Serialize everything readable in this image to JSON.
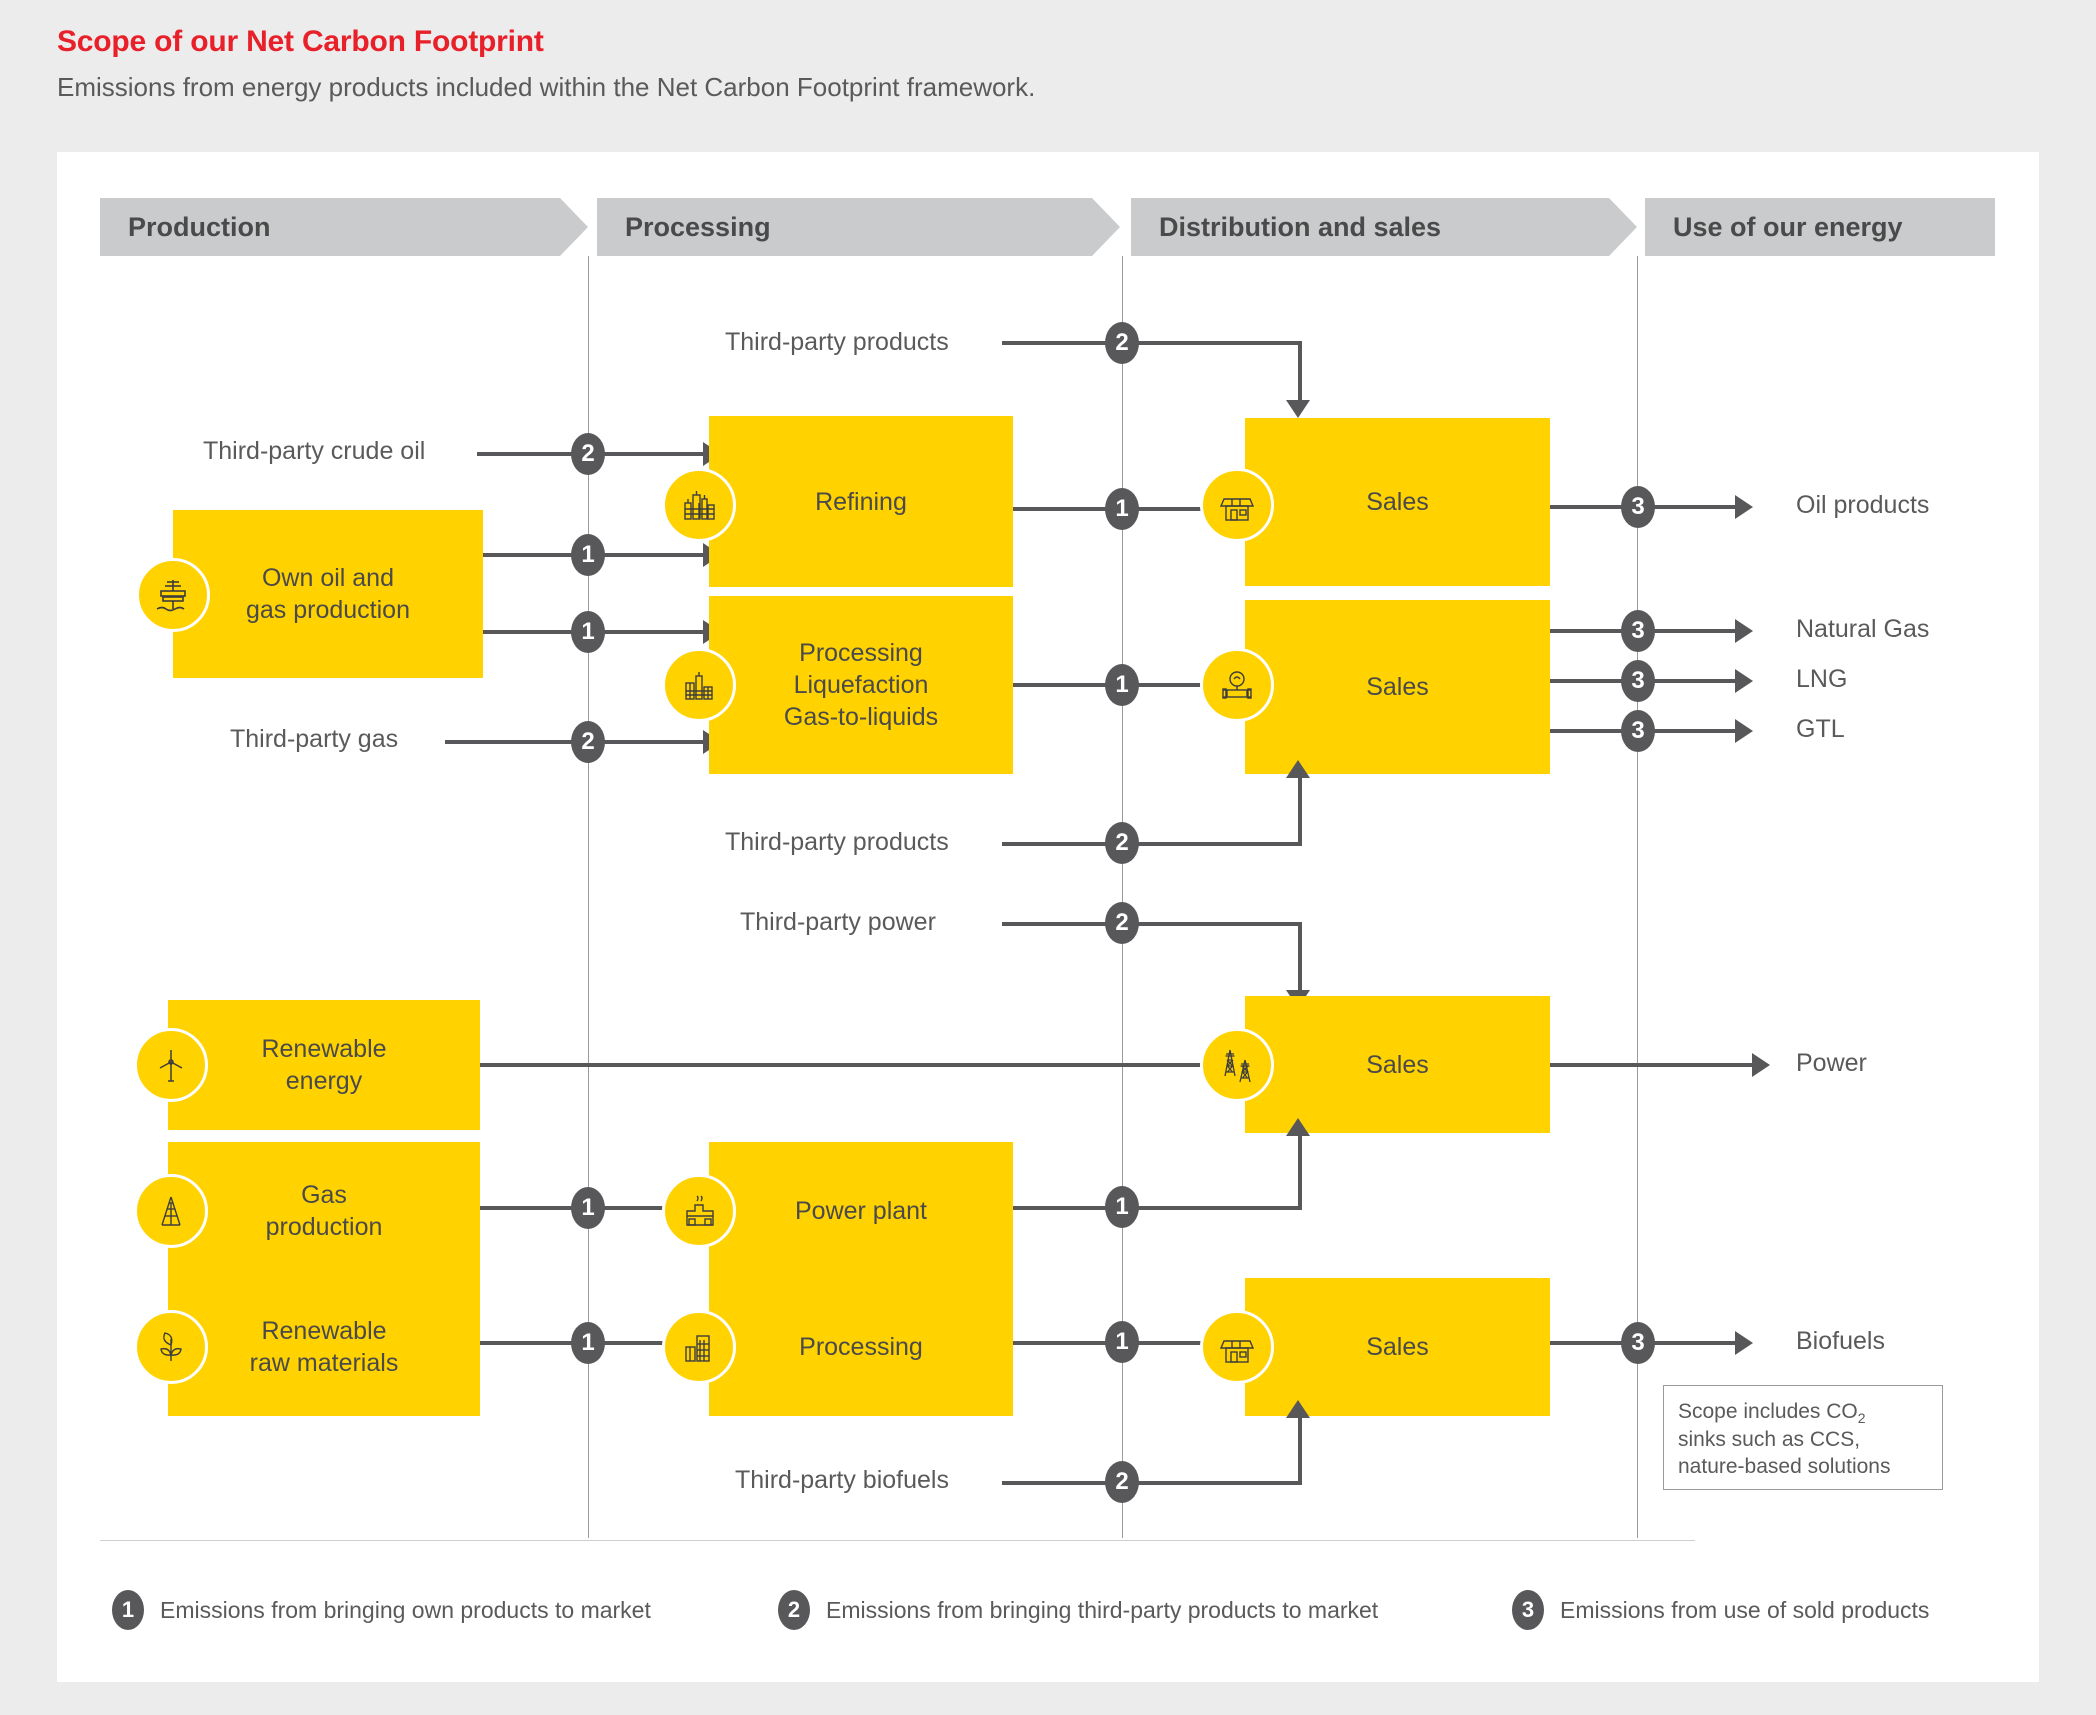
{
  "header": {
    "title": "Scope of our Net Carbon Footprint",
    "subtitle": "Emissions from energy products included within the Net Carbon Footprint framework.",
    "title_color": "#e8202a"
  },
  "colors": {
    "yellow": "#FFD200",
    "dark_grey": "#58585b",
    "banner_grey": "#c9cbcd",
    "page_bg": "#ececec",
    "card_bg": "#ffffff"
  },
  "stages": [
    {
      "label": "Production"
    },
    {
      "label": "Processing"
    },
    {
      "label": "Distribution and sales"
    },
    {
      "label": "Use of our energy"
    }
  ],
  "nodes": {
    "own_oil_gas": {
      "label": "Own oil and\ngas production",
      "icon": "oil-platform-icon"
    },
    "renewable_energy": {
      "label": "Renewable\nenergy",
      "icon": "wind-turbine-icon"
    },
    "gas_production": {
      "label": "Gas\nproduction",
      "icon": "gas-derrick-icon"
    },
    "renewable_raw": {
      "label": "Renewable\nraw materials",
      "icon": "leaf-plant-icon"
    },
    "refining": {
      "label": "Refining",
      "icon": "refinery-icon"
    },
    "gas_processing": {
      "label": "Processing\nLiquefaction\nGas-to-liquids",
      "icon": "lng-plant-icon"
    },
    "power_plant": {
      "label": "Power plant",
      "icon": "power-plant-icon"
    },
    "bio_processing": {
      "label": "Processing",
      "icon": "processing-plant-icon"
    },
    "sales_oil": {
      "label": "Sales",
      "icon": "retail-store-icon"
    },
    "sales_gas": {
      "label": "Sales",
      "icon": "gas-meter-icon"
    },
    "sales_power": {
      "label": "Sales",
      "icon": "pylon-icon"
    },
    "sales_bio": {
      "label": "Sales",
      "icon": "retail-store-icon"
    }
  },
  "inputs": {
    "third_party_crude": "Third-party crude oil",
    "third_party_gas": "Third-party gas",
    "third_party_products_top": "Third-party products",
    "third_party_products_mid": "Third-party products",
    "third_party_power": "Third-party power",
    "third_party_biofuels": "Third-party biofuels"
  },
  "outputs": {
    "oil_products": "Oil products",
    "natural_gas": "Natural Gas",
    "lng": "LNG",
    "gtl": "GTL",
    "power": "Power",
    "biofuels": "Biofuels"
  },
  "badges": {
    "one": "1",
    "two": "2",
    "three": "3"
  },
  "scope_note": {
    "line1_a": "Scope includes CO",
    "line1_sub": "2",
    "line2": "sinks such as CCS,",
    "line3": "nature-based solutions"
  },
  "legend": [
    {
      "num": "1",
      "text": "Emissions from bringing own products to market"
    },
    {
      "num": "2",
      "text": "Emissions from bringing third-party products to market"
    },
    {
      "num": "3",
      "text": "Emissions from use of sold products"
    }
  ]
}
